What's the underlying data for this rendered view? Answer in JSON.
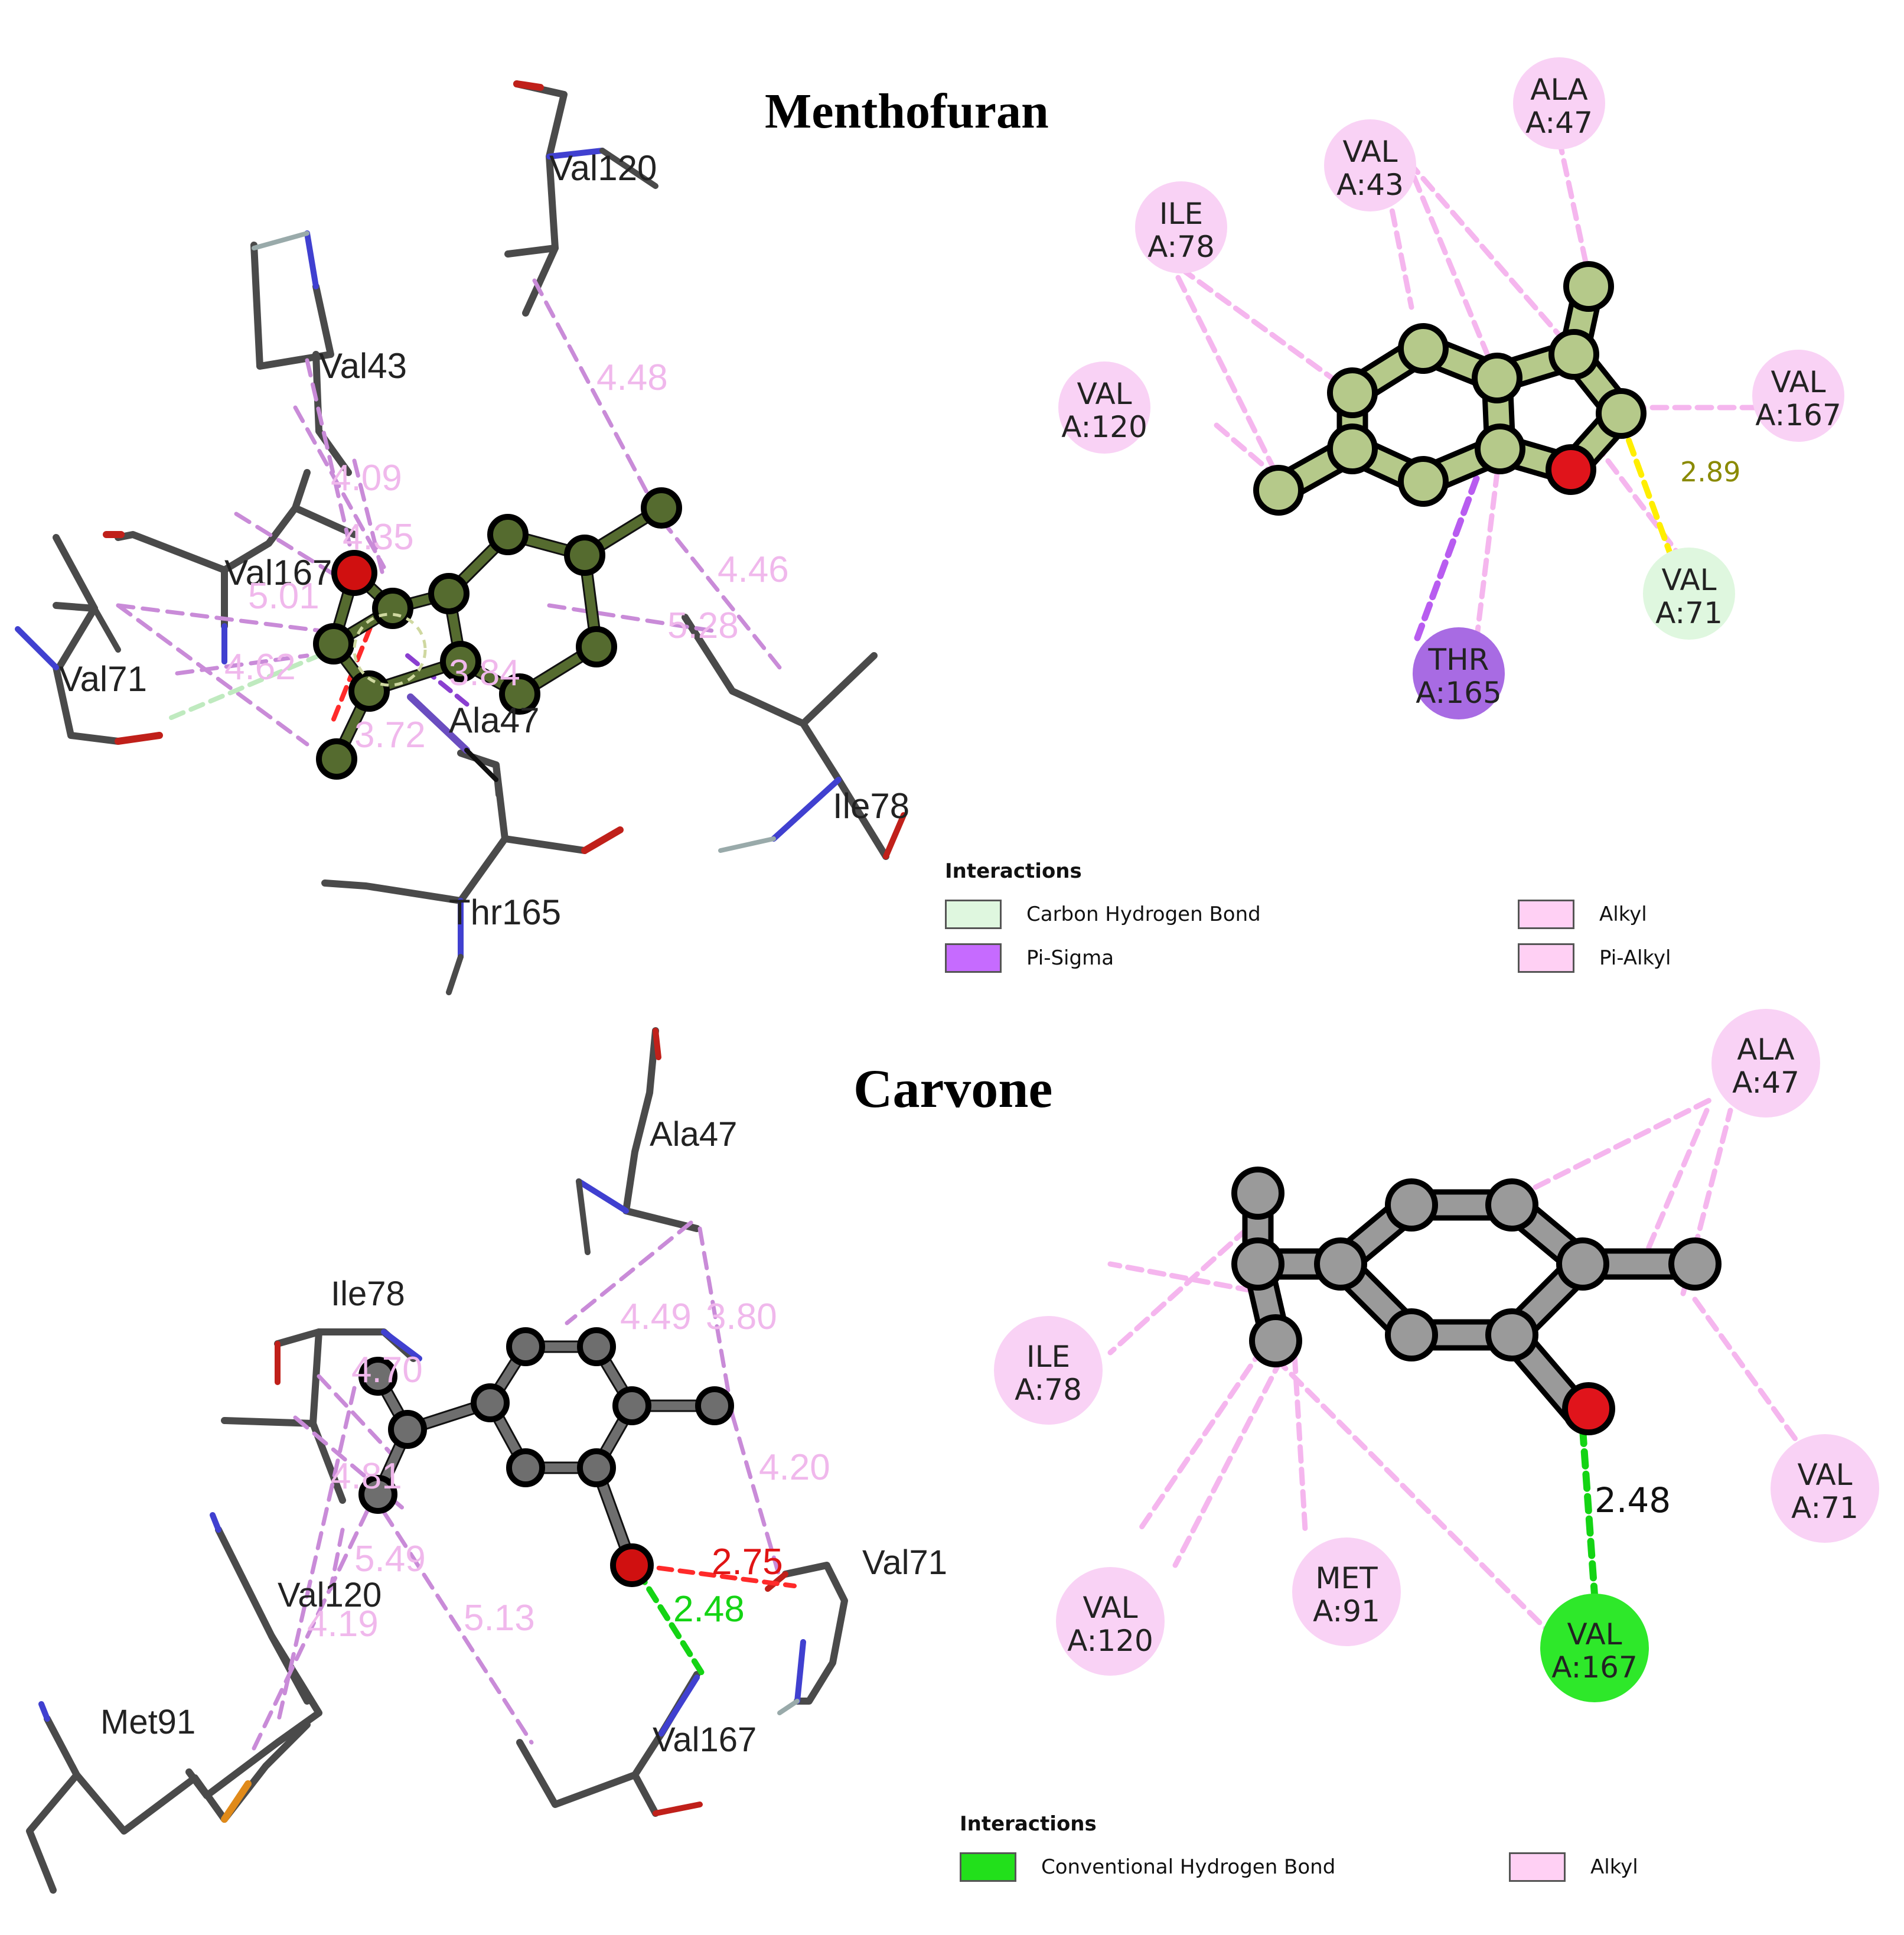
{
  "panels": {
    "menthofuran": {
      "title": "Menthofuran",
      "labels_3d": [
        "Val120",
        "Val43",
        "Val167",
        "Val71",
        "Ala47",
        "Ile78",
        "Thr165"
      ],
      "distances_3d": [
        "4.48",
        "4.09",
        "4.35",
        "4.46",
        "5.01",
        "5.28",
        "4.62",
        "3.84",
        "3.72"
      ],
      "residues_2d": [
        {
          "name": "ALA",
          "id": "A:47",
          "type": "alkyl"
        },
        {
          "name": "VAL",
          "id": "A:43",
          "type": "alkyl"
        },
        {
          "name": "ILE",
          "id": "A:78",
          "type": "alkyl"
        },
        {
          "name": "VAL",
          "id": "A:120",
          "type": "alkyl"
        },
        {
          "name": "VAL",
          "id": "A:167",
          "type": "alkyl"
        },
        {
          "name": "VAL",
          "id": "A:71",
          "type": "carbon_hydrogen_bond"
        },
        {
          "name": "THR",
          "id": "A:165",
          "type": "pi_sigma"
        }
      ],
      "distance_2d": "2.89",
      "legend": {
        "heading": "Interactions",
        "items": [
          {
            "label": "Carbon Hydrogen Bond",
            "color": "#dff7df"
          },
          {
            "label": "Pi-Sigma",
            "color": "#c66bff"
          },
          {
            "label": "Alkyl",
            "color": "#ffd0f4"
          },
          {
            "label": "Pi-Alkyl",
            "color": "#ffd0f4"
          }
        ]
      }
    },
    "carvone": {
      "title": "Carvone",
      "labels_3d": [
        "Ala47",
        "Ile78",
        "Val71",
        "Val120",
        "Met91",
        "Val167"
      ],
      "distances_3d": [
        "4.49",
        "3.80",
        "4.20",
        "2.75",
        "2.48",
        "5.13",
        "5.49",
        "4.70",
        "4.81",
        "4.19"
      ],
      "residues_2d": [
        {
          "name": "ALA",
          "id": "A:47",
          "type": "alkyl"
        },
        {
          "name": "ILE",
          "id": "A:78",
          "type": "alkyl"
        },
        {
          "name": "VAL",
          "id": "A:71",
          "type": "alkyl"
        },
        {
          "name": "VAL",
          "id": "A:120",
          "type": "alkyl"
        },
        {
          "name": "MET",
          "id": "A:91",
          "type": "alkyl"
        },
        {
          "name": "VAL",
          "id": "A:167",
          "type": "conventional_hydrogen_bond"
        }
      ],
      "distance_2d": "2.48",
      "legend": {
        "heading": "Interactions",
        "items": [
          {
            "label": "Conventional Hydrogen Bond",
            "color": "#22e01b"
          },
          {
            "label": "Alkyl",
            "color": "#ffd0f4"
          }
        ]
      }
    }
  },
  "colors": {
    "carbon_menthofuran": "#556b2f",
    "carbon_menthofuran_2d": "#b5c98a",
    "carbon_carvone": "#6e6e6e",
    "carbon_carvone_2d": "#9a9a9a",
    "oxygen": "#e0141b",
    "alkyl_line": "#f5b6ee",
    "alkyl_line_3d": "#c98bd8",
    "pi_sigma": "#b85cf0",
    "hbond_conventional": "#14d414",
    "carbon_hbond": "#ffee00",
    "residue_alkyl": "#f9d2f5",
    "residue_ch_bond": "#dff7df",
    "residue_pi_sigma": "#a86be3",
    "residue_conv_hbond": "#2ee82a"
  }
}
